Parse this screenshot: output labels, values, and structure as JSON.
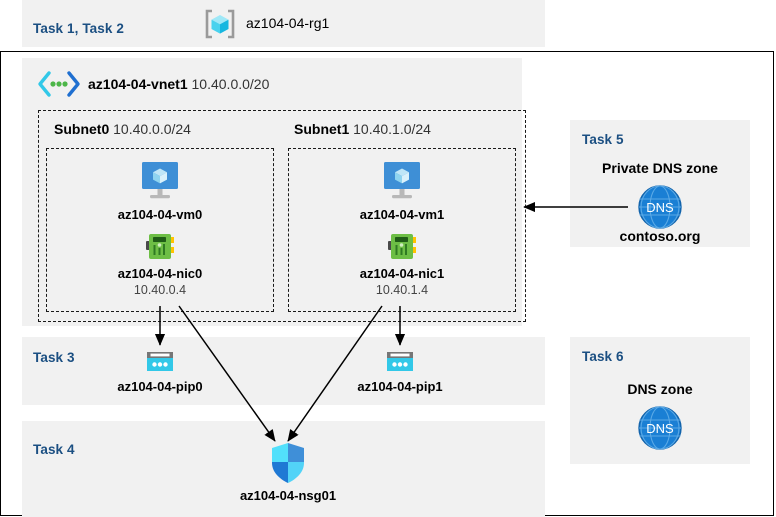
{
  "header": {
    "task_label": "Task 1, Task 2",
    "resource_group_name": "az104-04-rg1",
    "resource_group_icon": "resource-group-cube-icon"
  },
  "vnet": {
    "icon": "virtual-network-icon",
    "name": "az104-04-vnet1",
    "address_space": "10.40.0.0/20"
  },
  "subnets": [
    {
      "name": "Subnet0",
      "cidr": "10.40.0.0/24",
      "vm": {
        "icon": "virtual-machine-icon",
        "name": "az104-04-vm0"
      },
      "nic": {
        "icon": "network-interface-icon",
        "name": "az104-04-nic0",
        "ip": "10.40.0.4"
      }
    },
    {
      "name": "Subnet1",
      "cidr": "10.40.1.0/24",
      "vm": {
        "icon": "virtual-machine-icon",
        "name": "az104-04-vm1"
      },
      "nic": {
        "icon": "network-interface-icon",
        "name": "az104-04-nic1",
        "ip": "10.40.1.4"
      }
    }
  ],
  "task3": {
    "task_label": "Task 3",
    "public_ips": [
      {
        "icon": "public-ip-address-icon",
        "name": "az104-04-pip0"
      },
      {
        "icon": "public-ip-address-icon",
        "name": "az104-04-pip1"
      }
    ]
  },
  "task4": {
    "task_label": "Task 4",
    "nsg": {
      "icon": "network-security-group-shield-icon",
      "name": "az104-04-nsg01"
    }
  },
  "task5": {
    "task_label": "Task 5",
    "title": "Private DNS zone",
    "icon": "dns-globe-icon",
    "icon_text": "DNS",
    "zone_name": "contoso.org"
  },
  "task6": {
    "task_label": "Task 6",
    "title": "DNS zone",
    "icon": "dns-globe-icon",
    "icon_text": "DNS"
  },
  "colors": {
    "task_label": "#1b4f82",
    "panel_bg": "#f1f1f1",
    "page_bg": "#ffffff",
    "azure_blue": "#0078d4",
    "cyan": "#32c8e8",
    "nic_green": "#5ab433",
    "dns_blue": "#1a7fd4",
    "arrow": "#000000"
  }
}
